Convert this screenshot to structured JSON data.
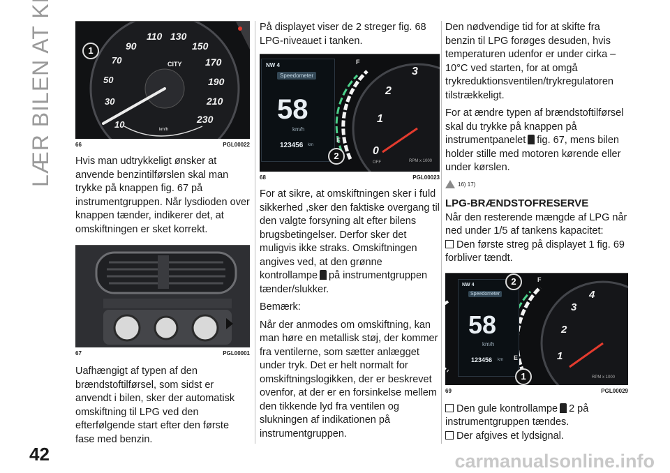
{
  "side_title": "LÆR BILEN AT KENDE",
  "page_number": "42",
  "watermark": "carmanualsonline.info",
  "figures": {
    "f66": {
      "num": "66",
      "code": "PGL00022",
      "callout": "1",
      "dial_labels": [
        "10",
        "30",
        "50",
        "70",
        "90",
        "110",
        "130",
        "150",
        "170",
        "190",
        "210",
        "230"
      ],
      "city_label": "CITY",
      "unit": "km/h"
    },
    "f67": {
      "num": "67",
      "code": "PGL00001"
    },
    "f68": {
      "num": "68",
      "code": "PGL00023",
      "callout": "2",
      "screen": {
        "gear": "NW 4",
        "title": "Speedometer",
        "speed": "58",
        "unit": "km/h",
        "odo": "123456",
        "odo_unit": "km"
      },
      "marks": [
        "F",
        "E"
      ],
      "tach": [
        "0",
        "1",
        "2",
        "3"
      ],
      "off": "OFF",
      "rpm": "RPM x 1000"
    },
    "f69": {
      "num": "69",
      "code": "PGL00029",
      "callouts": [
        "2",
        "1"
      ],
      "screen": {
        "gear": "NW 4",
        "title": "Speedometer",
        "speed": "58",
        "unit": "km/h",
        "odo": "123456",
        "odo_unit": "km"
      },
      "marks": [
        "F",
        "E"
      ],
      "tach": [
        "1",
        "2",
        "3",
        "4"
      ],
      "rpm": "RPM x 1000"
    }
  },
  "col1": {
    "p1": "Hvis man udtrykkeligt ønsker at anvende benzintilførslen skal man trykke på knappen fig. 67 på instrumentgruppen. Når lysdioden over knappen tænder, indikerer det, at omskiftningen er sket korrekt.",
    "p2": "Uafhængigt af typen af den brændstoftilførsel, som sidst er anvendt i bilen, sker der automatisk omskiftning til LPG ved den efterfølgende start efter den første fase med benzin."
  },
  "col2": {
    "p1": "På displayet viser de 2 streger fig. 68 LPG-niveauet i tanken.",
    "p2a": "For at sikre, at omskiftningen sker i fuld sikkerhed ,sker den faktiske overgang til den valgte forsyning alt efter bilens brugsbetingelser. Derfor sker det muligvis ikke straks. Omskiftningen angives ved, at den grønne kontrollampe",
    "p2b": "på instrumentgruppen tænder/slukker.",
    "p3": "Bemærk:",
    "p4": "Når der anmodes om omskiftning, kan man høre en metallisk støj, der kommer fra ventilerne, som sætter anlægget under tryk. Det er helt normalt for omskiftningslogikken, der er beskrevet ovenfor, at der er en forsinkelse mellem den tikkende lyd fra ventilen og slukningen af indikationen på instrumentgruppen."
  },
  "col3": {
    "p1": "Den nødvendige tid for at skifte fra benzin til LPG forøges desuden, hvis temperaturen udenfor er under cirka –10°C ved starten, for at omgå trykreduktionsventilen/trykregulatoren tilstrækkeligt.",
    "p2a": "For at ændre typen af brændstoftilførsel skal du trykke på knappen på instrumentpanelet",
    "p2b": "fig. 67, mens bilen holder stille med motoren kørende eller under kørslen.",
    "refs": "16) 17)",
    "heading": "LPG-BRÆNDSTOFRESERVE",
    "p3": "Når den resterende mængde af LPG når ned under 1/5 af tankens kapacitet:",
    "b1": "Den første streg på displayet 1 fig. 69 forbliver tændt.",
    "b2a": "Den gule kontrollampe",
    "b2b": "2 på instrumentgruppen tændes.",
    "b3": "Der afgives et lydsignal."
  },
  "colors": {
    "panel": "#171719",
    "accent_green": "#4bd08a",
    "accent_red": "#e33b2e",
    "dial_text": "#f2f2f2"
  }
}
